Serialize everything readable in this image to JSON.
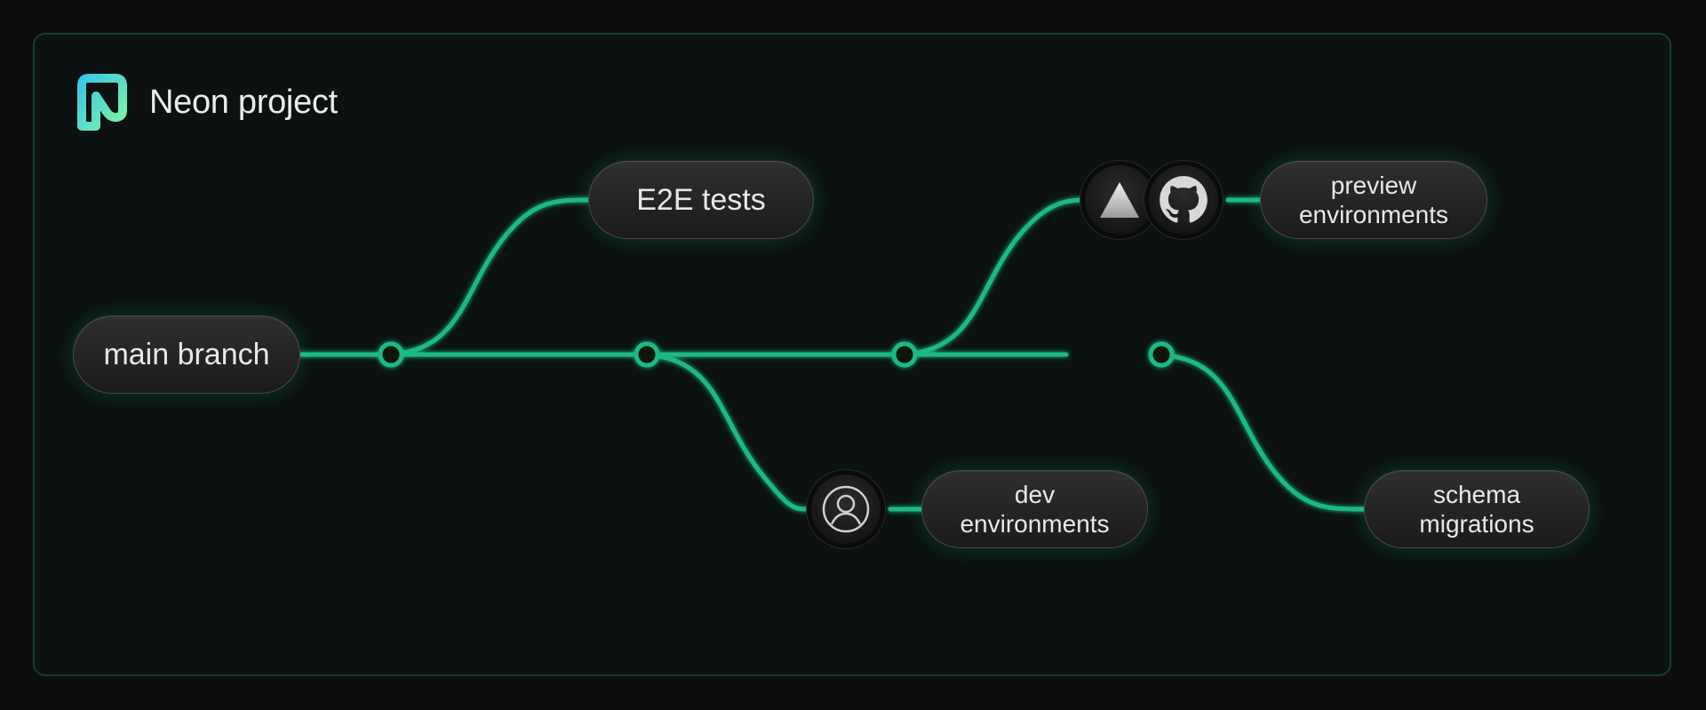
{
  "project": {
    "title": "Neon project",
    "logo_icon": "neon-logo-icon"
  },
  "branches": {
    "main": {
      "label": "main branch"
    },
    "e2e": {
      "label": "E2E tests"
    },
    "preview": {
      "line1": "preview",
      "line2": "environments"
    },
    "dev": {
      "line1": "dev",
      "line2": "environments"
    },
    "schema": {
      "line1": "schema",
      "line2": "migrations"
    }
  },
  "icons": {
    "preview_deploy": "vercel-triangle-icon",
    "preview_repo": "github-icon",
    "dev_user": "user-icon"
  },
  "colors": {
    "accent": "#1fb985",
    "accent_glow": "#00e599",
    "pill_bg": "#232324",
    "canvas_bg": "#0b1211",
    "page_bg": "#0d0d0d"
  }
}
